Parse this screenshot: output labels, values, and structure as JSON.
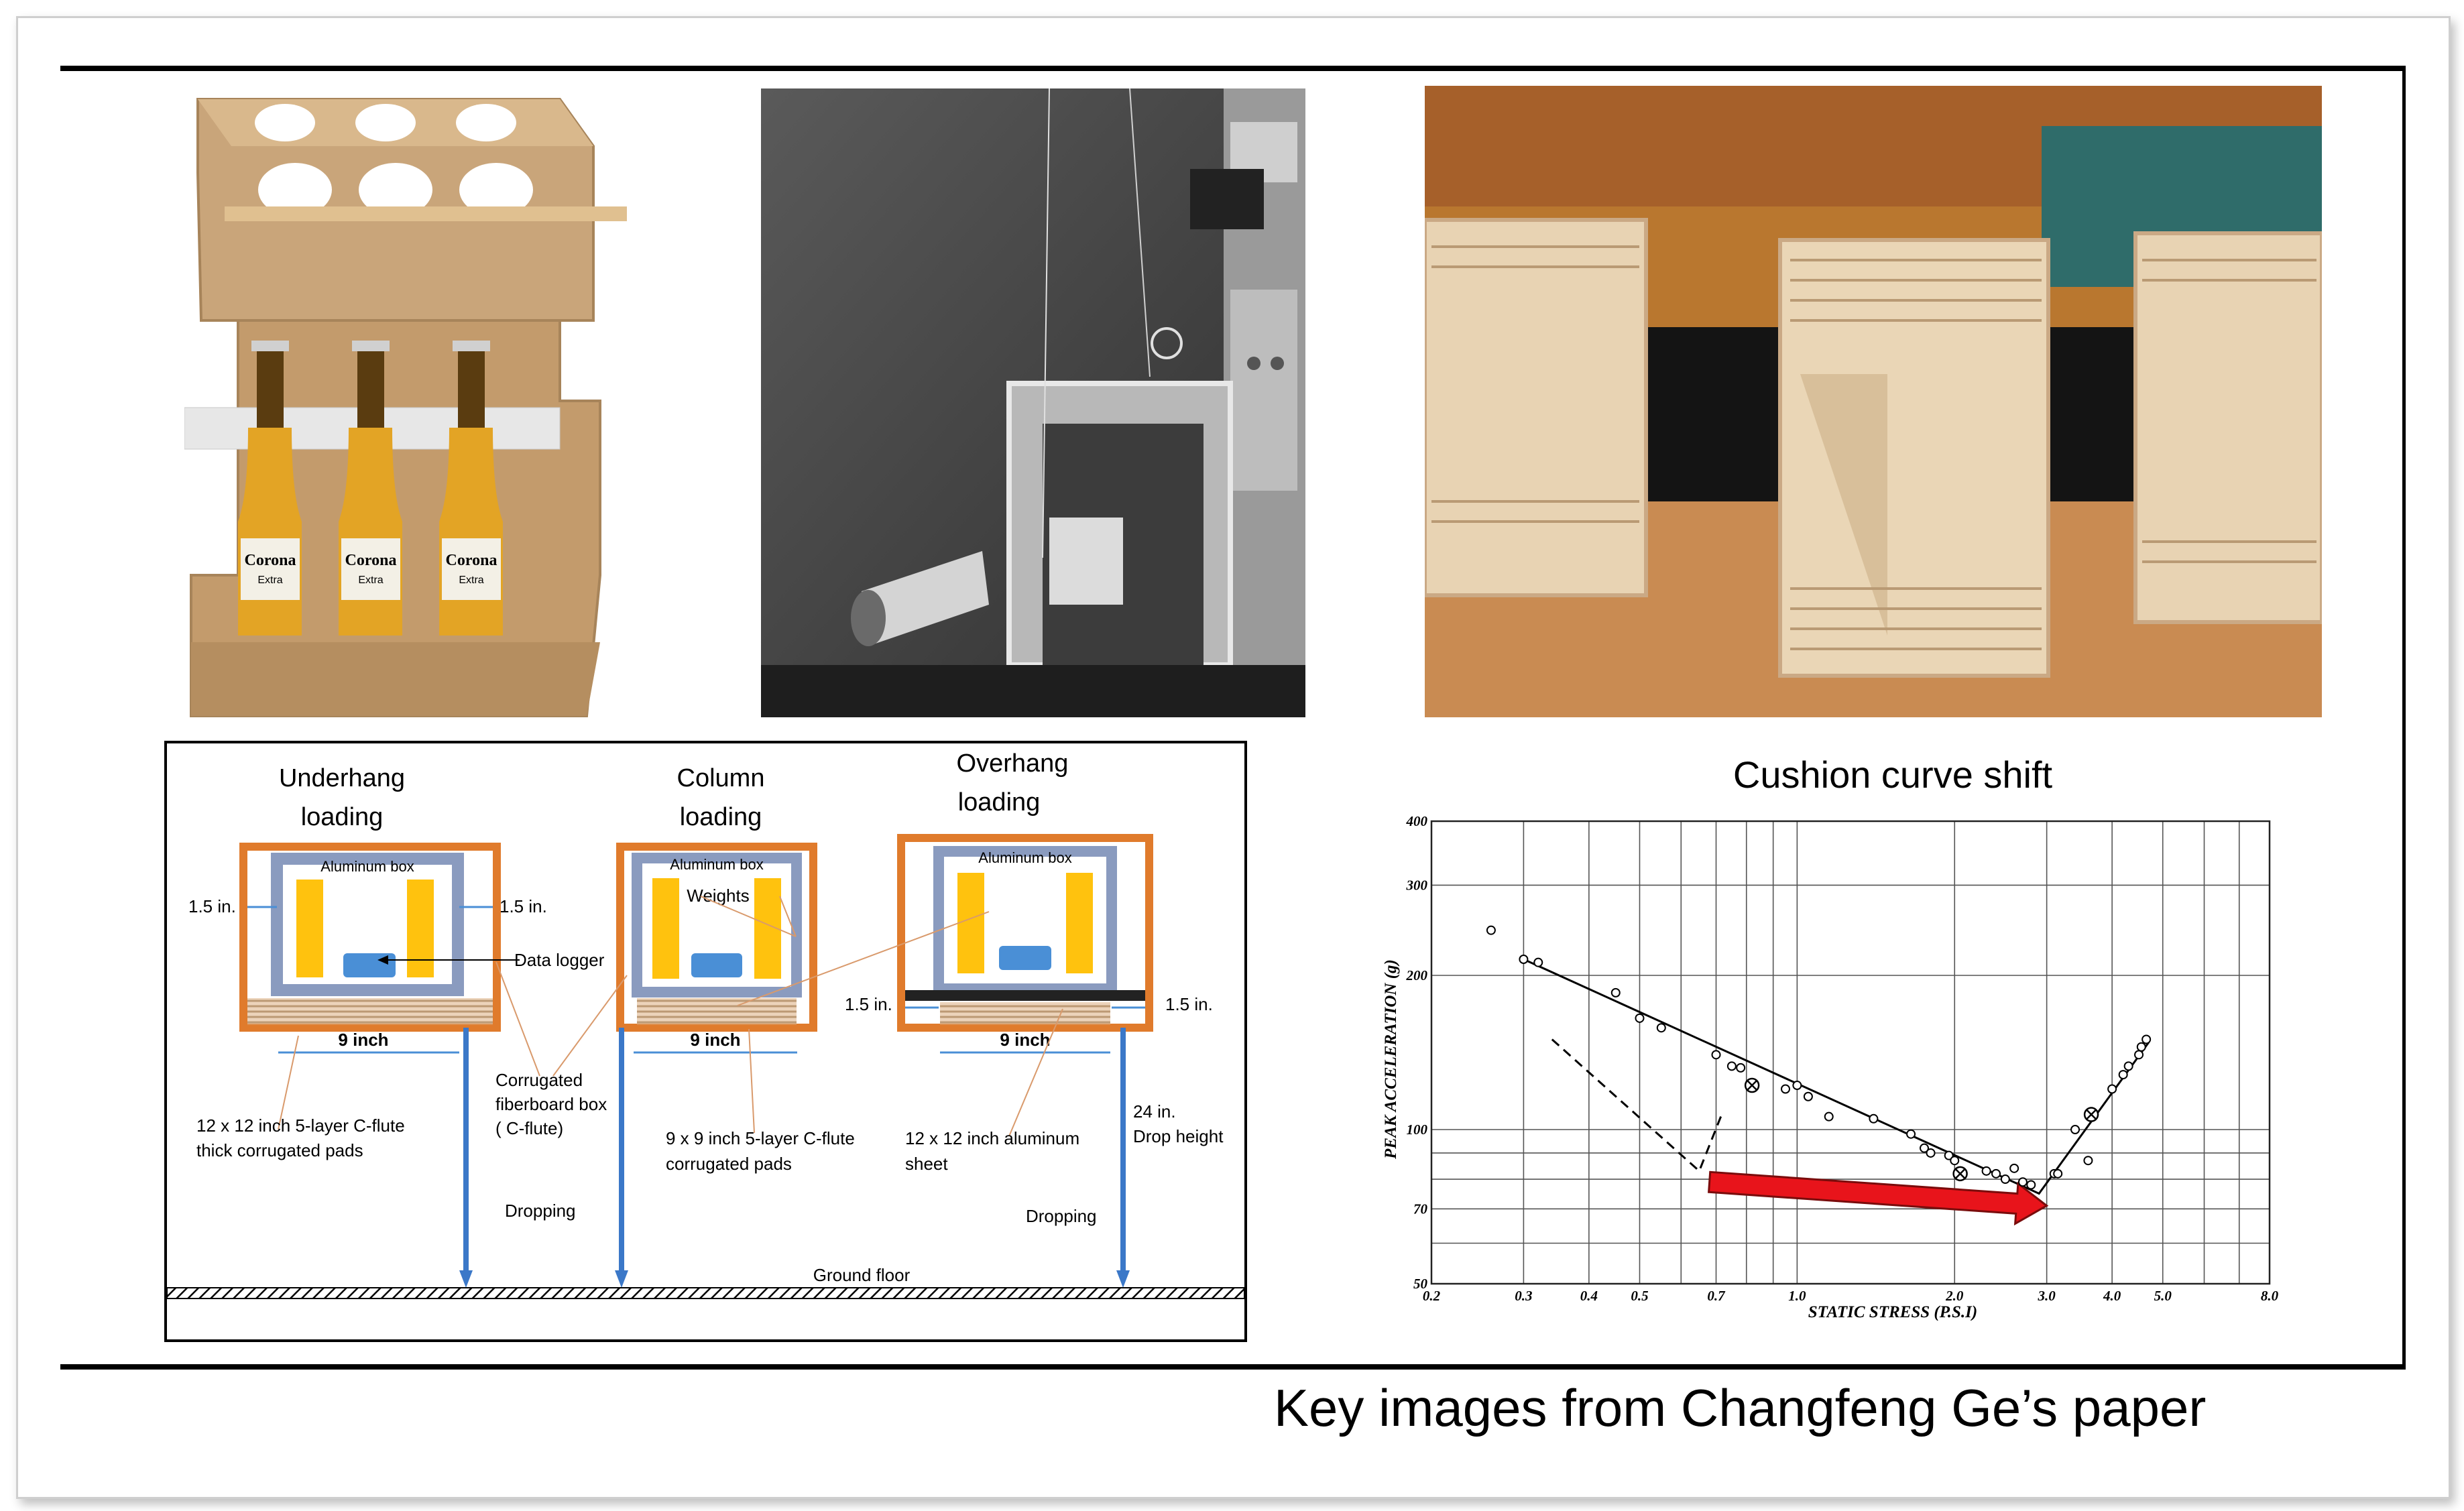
{
  "caption": "Key images from Changfeng Ge’s paper",
  "photos": [
    {
      "name": "corona-bottles-cardboard-packaging",
      "bottle_label": "Corona",
      "bottle_sublabel": "Extra"
    },
    {
      "name": "drop-test-apparatus-bw-photo"
    },
    {
      "name": "corrugated-cushion-blocks-photo"
    }
  ],
  "diagram": {
    "headings": {
      "underhang": [
        "Underhang",
        "loading"
      ],
      "column": [
        "Column",
        "loading"
      ],
      "overhang": [
        "Overhang",
        "loading"
      ]
    },
    "box_label": "Aluminum box",
    "weights": "Weights",
    "data_logger": "Data logger",
    "dim_1_5": "1.5 in.",
    "dim_9": "9 inch",
    "corrugated_box": [
      "Corrugated",
      "fiberboard box",
      "( C-flute)"
    ],
    "pads_12": [
      "12 x 12 inch 5-layer C-flute",
      "thick corrugated pads"
    ],
    "pads_9": [
      "9 x 9 inch 5-layer C-flute",
      "corrugated pads"
    ],
    "alu_sheet": [
      "12 x 12 inch aluminum",
      "sheet"
    ],
    "drop_height": [
      "24 in.",
      "Drop height"
    ],
    "dropping": "Dropping",
    "ground": "Ground floor"
  },
  "chart_data": {
    "type": "scatter",
    "title": "Cushion curve shift",
    "xlabel": "STATIC STRESS (P.S.I)",
    "ylabel": "PEAK ACCELERATION (g)",
    "x_scale": "log",
    "y_scale": "log",
    "xlim": [
      0.2,
      8.0
    ],
    "ylim": [
      50,
      400
    ],
    "x_ticks": [
      {
        "v": 0.2,
        "label": "0.2"
      },
      {
        "v": 0.3,
        "label": "0.3"
      },
      {
        "v": 0.4,
        "label": "0.4"
      },
      {
        "v": 0.5,
        "label": "0.5"
      },
      {
        "v": 0.7,
        "label": "0.7"
      },
      {
        "v": 1.0,
        "label": "1.0"
      },
      {
        "v": 2.0,
        "label": "2.0"
      },
      {
        "v": 3.0,
        "label": "3.0"
      },
      {
        "v": 4.0,
        "label": "4.0"
      },
      {
        "v": 5.0,
        "label": "5.0"
      },
      {
        "v": 8.0,
        "label": "8.0"
      }
    ],
    "y_ticks": [
      {
        "v": 50,
        "label": "50"
      },
      {
        "v": 70,
        "label": "70"
      },
      {
        "v": 100,
        "label": "100"
      },
      {
        "v": 200,
        "label": "200"
      },
      {
        "v": 300,
        "label": "300"
      },
      {
        "v": 400,
        "label": "400"
      }
    ],
    "x_grid": [
      0.2,
      0.3,
      0.4,
      0.5,
      0.6,
      0.7,
      0.8,
      0.9,
      1.0,
      2.0,
      3.0,
      4.0,
      5.0,
      6.0,
      7.0,
      8.0
    ],
    "y_grid": [
      50,
      60,
      70,
      80,
      90,
      100,
      200,
      300,
      400
    ],
    "grid": true,
    "points": [
      [
        0.26,
        245
      ],
      [
        0.3,
        215
      ],
      [
        0.32,
        212
      ],
      [
        0.45,
        185
      ],
      [
        0.5,
        165
      ],
      [
        0.55,
        158
      ],
      [
        0.7,
        140
      ],
      [
        0.75,
        133
      ],
      [
        0.78,
        132
      ],
      [
        0.95,
        120
      ],
      [
        1.0,
        122
      ],
      [
        1.05,
        116
      ],
      [
        1.15,
        106
      ],
      [
        1.4,
        105
      ],
      [
        1.65,
        98
      ],
      [
        1.75,
        92
      ],
      [
        1.8,
        90
      ],
      [
        1.95,
        89
      ],
      [
        2.0,
        87
      ],
      [
        2.3,
        83
      ],
      [
        2.4,
        82
      ],
      [
        2.5,
        80
      ],
      [
        2.6,
        84
      ],
      [
        2.7,
        79
      ],
      [
        2.8,
        78
      ],
      [
        3.1,
        82
      ],
      [
        3.15,
        82
      ],
      [
        3.4,
        100
      ],
      [
        3.6,
        87
      ],
      [
        4.0,
        120
      ],
      [
        4.2,
        128
      ],
      [
        4.3,
        133
      ],
      [
        4.5,
        140
      ],
      [
        4.55,
        145
      ],
      [
        4.65,
        150
      ]
    ],
    "marked_points": [
      [
        0.82,
        122
      ],
      [
        2.05,
        82
      ],
      [
        3.65,
        107
      ]
    ],
    "fit_line": [
      [
        0.3,
        215
      ],
      [
        2.9,
        75
      ],
      [
        4.7,
        148
      ]
    ],
    "shifted_curve_dashed": [
      [
        0.34,
        150
      ],
      [
        0.65,
        83
      ],
      [
        0.72,
        108
      ]
    ],
    "shift_arrow": {
      "from": [
        0.68,
        79
      ],
      "to": [
        3.0,
        71
      ],
      "color": "#e8141b"
    }
  }
}
